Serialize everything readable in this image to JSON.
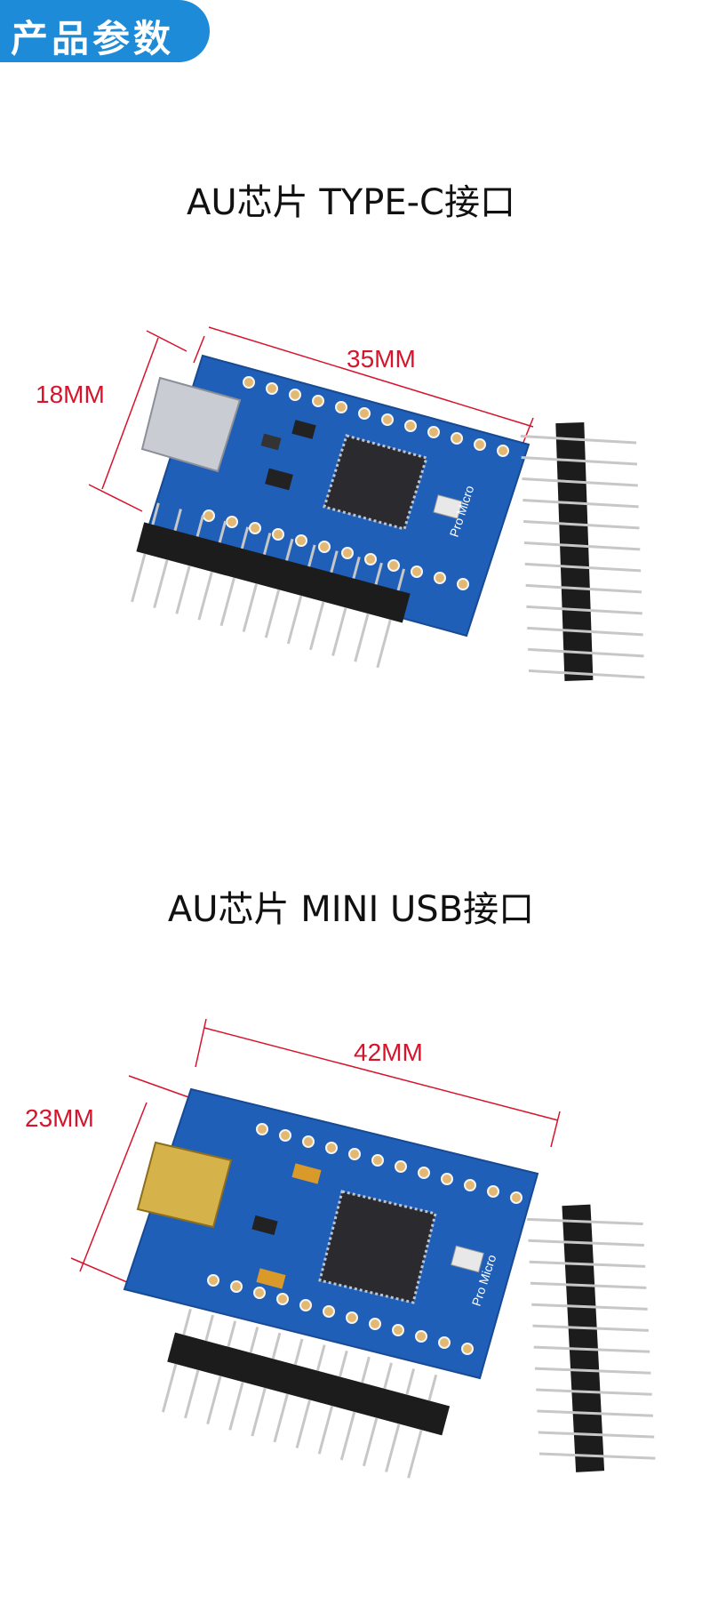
{
  "tab": {
    "label": "产品参数"
  },
  "section1": {
    "title": "AU芯片 TYPE-C接口",
    "length_label": "35MM",
    "width_label": "18MM",
    "board_text": "Pro Micro"
  },
  "section2": {
    "title": "AU芯片 MINI USB接口",
    "length_label": "42MM",
    "width_label": "23MM",
    "board_text": "Pro Micro"
  },
  "colors": {
    "accent": "#1d8bd8",
    "dimension": "#d6142c",
    "pcb": "#1f5fb8"
  }
}
